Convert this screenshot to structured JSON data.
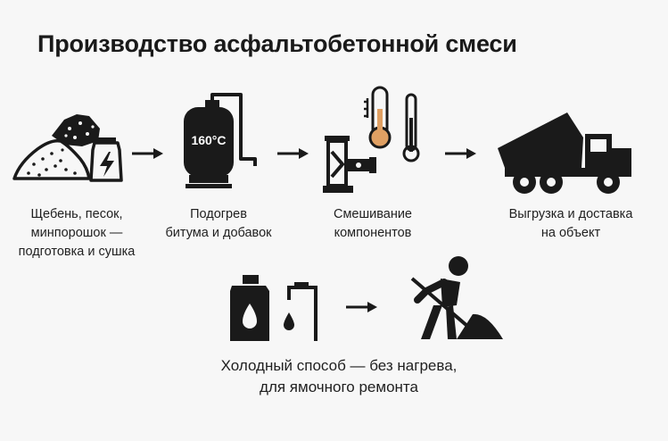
{
  "title": "Производство асфальтобетонной смеси",
  "steps": [
    {
      "icon": "aggregates-and-filler-icon",
      "lines": [
        "Щебень, песок,",
        "минпорошок —",
        "подготовка и сушка"
      ]
    },
    {
      "icon": "bitumen-heating-tank-icon",
      "lines": [
        "Подогрев",
        "битума и добавок"
      ],
      "tank_label": "160°C"
    },
    {
      "icon": "mixer-and-thermometer-icon",
      "lines": [
        "Смешивание",
        "компонентов"
      ]
    },
    {
      "icon": "dump-truck-icon",
      "lines": [
        "Выгрузка и доставка",
        "на объект"
      ]
    }
  ],
  "cold_method": {
    "icons": [
      "canister-and-tap-icon",
      "road-worker-shoveling-icon"
    ],
    "lines": [
      "Холодный способ — без нагрева,",
      "для ямочного ремонта"
    ]
  },
  "colors": {
    "ink": "#1a1a1a",
    "background": "#f7f7f7",
    "thermo_accent": "#e0a063"
  }
}
